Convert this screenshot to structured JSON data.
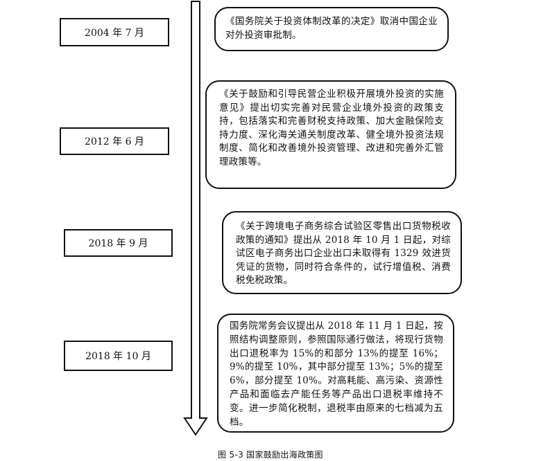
{
  "timeline": {
    "events": [
      {
        "date": "2004 年 7 月",
        "text": "《国务院关于投资体制改革的决定》取消中国企业对外投资审批制。"
      },
      {
        "date": "2012 年 6 月",
        "text": "《关于鼓励和引导民营企业积极开展境外投资的实施意见》提出切实完善对民营企业境外投资的政策支持，包括落实和完善财税支持政策、加大金融保险支持力度、深化海关通关制度改革、健全境外投资法规制度、简化和改善境外投资管理、改进和完善外汇管理政策等。"
      },
      {
        "date": "2018 年 9 月",
        "text": "《关于跨境电子商务综合试验区零售出口货物税收政策的通知》提出从 2018 年 10 月 1 日起，对综试区电子商务出口企业出口未取得有 1329 效进货凭证的货物，同时符合条件的，试行增值税、消费税免税政策。"
      },
      {
        "date": "2018 年 10 月",
        "text": "国务院常务会议提出从 2018 年 11 月 1 日起，按照结构调整原则，参照国际通行做法，将现行货物出口退税率为 15%的和部分 13%的提至 16%；9%的提至 10%，其中部分提至 13%；5%的提至 6%，部分提至 10%。对高耗能、高污染、资源性产品和面临去产能任务等产品出口退税率维持不变。进一步简化税制，退税率由原来的七档减为五档。"
      }
    ]
  },
  "caption": "图 5-3 国家鼓励出海政策图"
}
